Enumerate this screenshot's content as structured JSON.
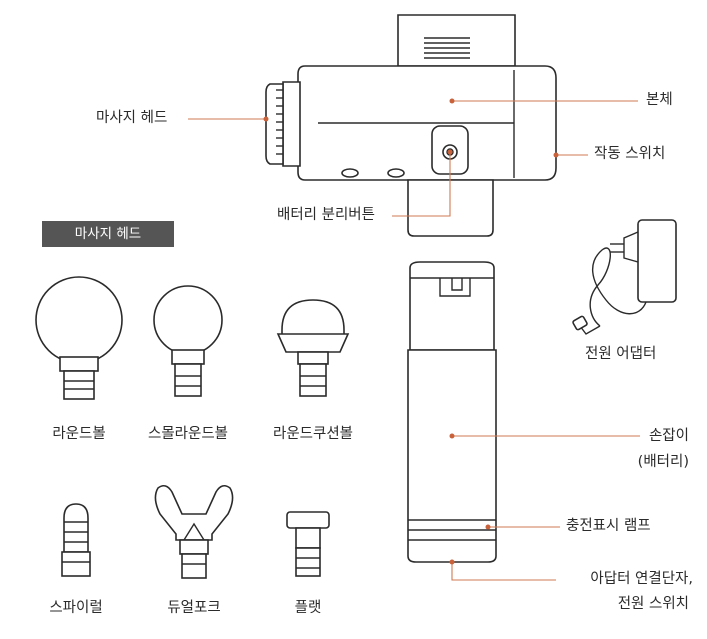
{
  "labels": {
    "massage_head_callout": "마사지 헤드",
    "body": "본체",
    "power_switch": "작동 스위치",
    "battery_release": "배터리 분리버튼",
    "adapter": "전원 어댑터",
    "handle_line1": "손잡이",
    "handle_line2": "(배터리)",
    "charge_lamp": "충전표시 램프",
    "connector_line1": "아답터 연결단자,",
    "connector_line2": "전원 스위치"
  },
  "section_badge": "마사지 헤드",
  "heads": [
    {
      "name": "라운드볼"
    },
    {
      "name": "스몰라운드볼"
    },
    {
      "name": "라운드쿠션볼"
    },
    {
      "name": "스파이럴"
    },
    {
      "name": "듀얼포크"
    },
    {
      "name": "플랫"
    }
  ],
  "colors": {
    "leader_line": "#cf7a52",
    "leader_dot": "#c9623a",
    "badge_bg": "#555555",
    "outline": "#2b2b2b"
  }
}
